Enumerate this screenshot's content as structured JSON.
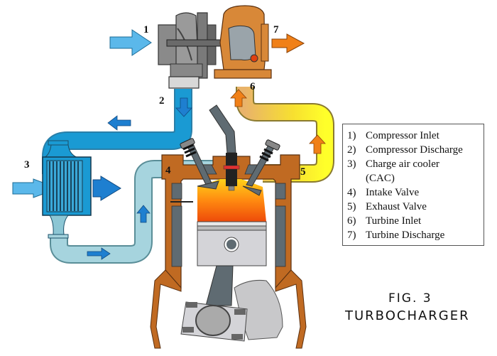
{
  "figure": {
    "label": "FIG. 3",
    "title": "TURBOCHARGER"
  },
  "callouts": [
    "1",
    "2",
    "3",
    "4",
    "5",
    "6",
    "7"
  ],
  "legend": {
    "items": [
      {
        "number": "1)",
        "text": "Compressor Inlet"
      },
      {
        "number": "2)",
        "text": "Compressor Discharge"
      },
      {
        "number": "3)",
        "text": "Charge air cooler"
      },
      {
        "number": "",
        "text": "(CAC)"
      },
      {
        "number": "4)",
        "text": "Intake Valve"
      },
      {
        "number": "5)",
        "text": "Exhaust Valve"
      },
      {
        "number": "6)",
        "text": "Turbine Inlet"
      },
      {
        "number": "7)",
        "text": "Turbine Discharge"
      }
    ]
  },
  "colors": {
    "cold_air": "#5bb8ea",
    "compressed_hot_air": "#1a9ad3",
    "cooled_air": "#a6d4de",
    "exhaust_start": "#ffff33",
    "exhaust_end": "#e8b060",
    "engine_block": "#c06a22",
    "combustion": "#ff7a10",
    "arrow_blue": "#1e7fd0",
    "arrow_orange": "#f08018"
  }
}
